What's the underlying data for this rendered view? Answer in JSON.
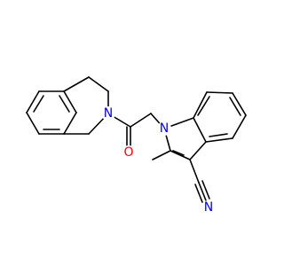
{
  "structure": {
    "atoms": {
      "n_isoquinoline": {
        "symbol": "N",
        "color": "#0000ff"
      },
      "o_carbonyl": {
        "symbol": "O",
        "color": "#ff0000"
      },
      "n_indole": {
        "symbol": "N",
        "color": "#0000ff"
      },
      "n_nitrile": {
        "symbol": "N",
        "color": "#0000ff"
      }
    },
    "bond_color": "#000000"
  }
}
